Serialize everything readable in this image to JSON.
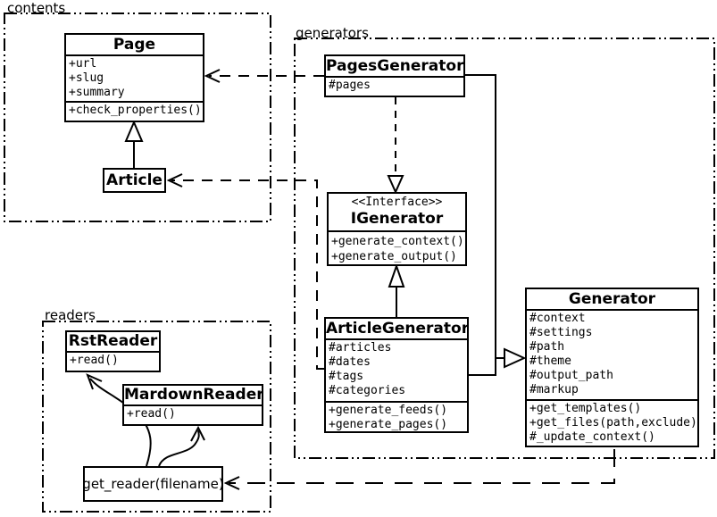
{
  "packages": {
    "contents": {
      "label": "contents"
    },
    "generators": {
      "label": "generators"
    },
    "readers": {
      "label": "readers"
    }
  },
  "classes": {
    "page": {
      "title": "Page",
      "attributes": [
        "+url",
        "+slug",
        "+summary"
      ],
      "methods": [
        "+check_properties()"
      ]
    },
    "article": {
      "title": "Article"
    },
    "pages_generator": {
      "title": "PagesGenerator",
      "attributes": [
        "#pages"
      ]
    },
    "igenerator": {
      "stereotype": "<<Interface>>",
      "title": "IGenerator",
      "methods": [
        "+generate_context()",
        "+generate_output()"
      ]
    },
    "article_generator": {
      "title": "ArticleGenerator",
      "attributes": [
        "#articles",
        "#dates",
        "#tags",
        "#categories"
      ],
      "methods": [
        "+generate_feeds()",
        "+generate_pages()"
      ]
    },
    "generator": {
      "title": "Generator",
      "attributes": [
        "#context",
        "#settings",
        "#path",
        "#theme",
        "#output_path",
        "#markup"
      ],
      "methods": [
        "+get_templates()",
        "+get_files(path,exclude)",
        "#_update_context()"
      ]
    },
    "rst_reader": {
      "title": "RstReader",
      "methods": [
        "+read()"
      ]
    },
    "markdown_reader": {
      "title": "MardownReader",
      "methods": [
        "+read()"
      ]
    },
    "get_reader": {
      "label": "get_reader(filename)"
    }
  },
  "relations": {
    "article_extends_page": "generalization",
    "articlegenerator_extends_generator": "generalization",
    "pagesgenerator_extends_generator": "generalization",
    "articlegenerator_realizes_igenerator": "generalization",
    "pagesgenerator_realizes_igenerator": "realization",
    "pagesgenerator_uses_page": "dependency",
    "articlegenerator_uses_article": "dependency",
    "generator_uses_get_reader": "dependency",
    "get_reader_creates_rstreader": "association",
    "get_reader_creates_markdownreader": "association"
  },
  "colors": {
    "background": "#ffffff",
    "line": "#000000",
    "box_fill": "#ffffff"
  }
}
